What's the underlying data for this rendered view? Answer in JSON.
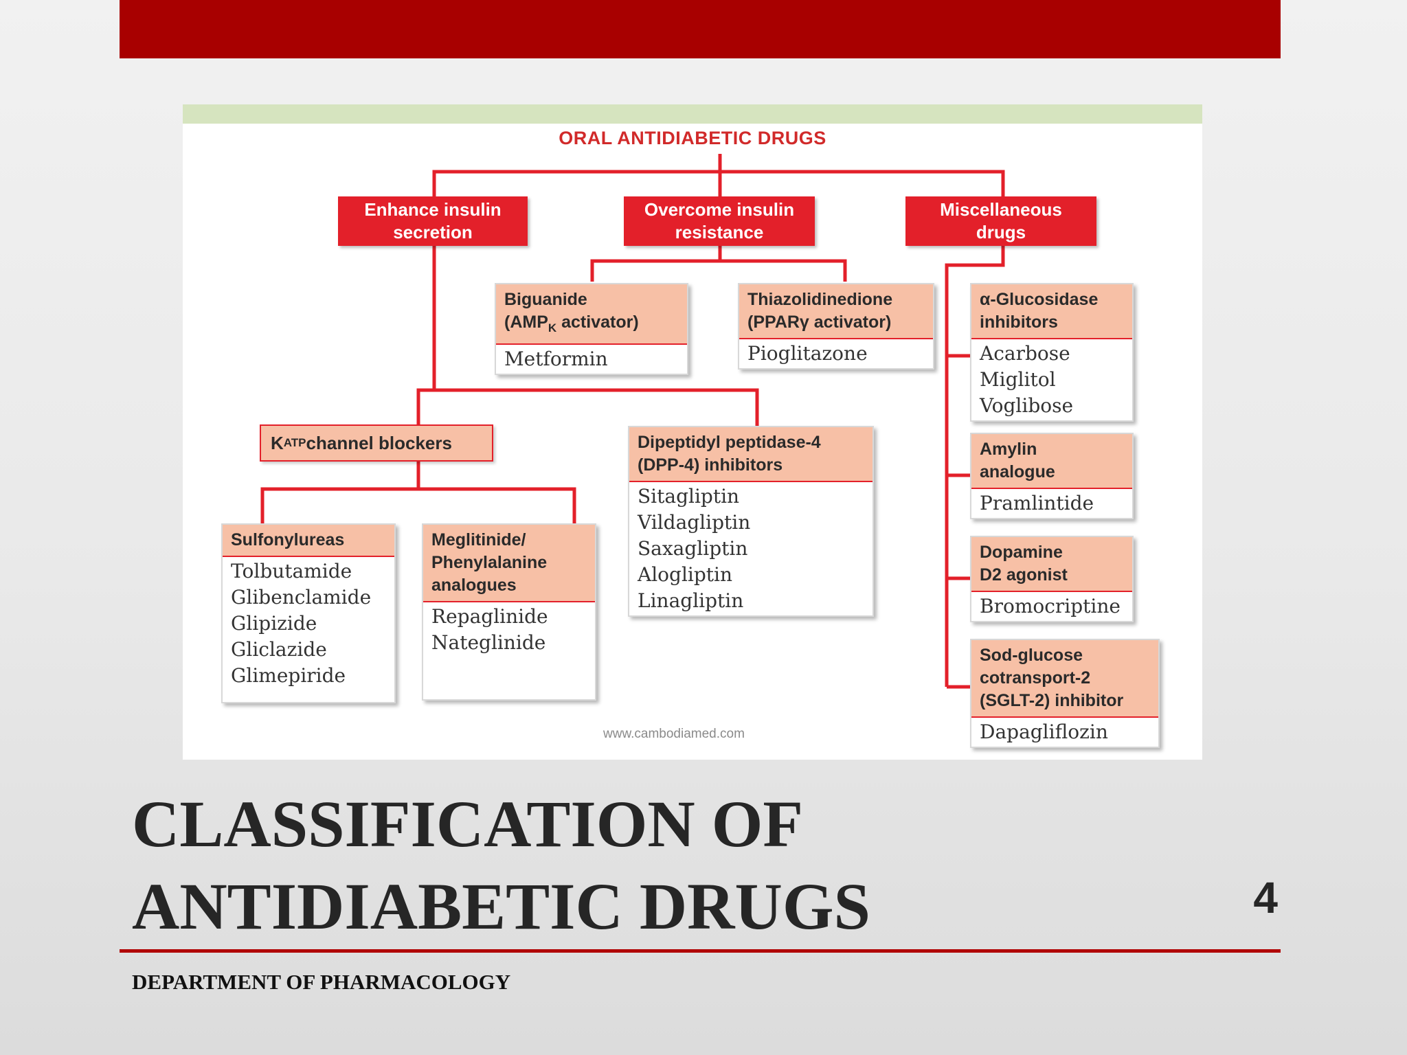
{
  "slide": {
    "title_line1": "CLASSIFICATION OF",
    "title_line2": "ANTIDIABETIC DRUGS",
    "number": "4",
    "footer": "DEPARTMENT OF PHARMACOLOGY",
    "accent_color": "#a80000"
  },
  "diagram": {
    "title": "ORAL ANTIDIABETIC DRUGS",
    "watermark": "www.cambodiamed.com",
    "categories": {
      "enhance_insulin": {
        "line1": "Enhance insulin",
        "line2": "secretion"
      },
      "overcome_resistance": {
        "line1": "Overcome insulin",
        "line2": "resistance"
      },
      "misc": {
        "line1": "Miscellaneous",
        "line2": "drugs"
      }
    },
    "katp": {
      "prefix": "K",
      "sub": "ATP",
      "suffix": " channel blockers"
    },
    "biguanide": {
      "line1": "Biguanide",
      "line2_pre": "(AMP",
      "line2_sub": "K",
      "line2_post": " activator)",
      "drugs": [
        "Metformin"
      ]
    },
    "thiazolidinedione": {
      "line1": "Thiazolidinedione",
      "line2": "(PPARγ activator)",
      "drugs": [
        "Pioglitazone"
      ]
    },
    "sulfonylureas": {
      "header": "Sulfonylureas",
      "drugs": [
        "Tolbutamide",
        "Glibenclamide",
        "Glipizide",
        "Gliclazide",
        "Glimepiride"
      ]
    },
    "meglitinide": {
      "line1": "Meglitinide/",
      "line2": "Phenylalanine",
      "line3": "analogues",
      "drugs": [
        "Repaglinide",
        "Nateglinide"
      ]
    },
    "dpp4": {
      "line1": "Dipeptidyl peptidase-4",
      "line2": "(DPP-4) inhibitors",
      "drugs": [
        "Sitagliptin",
        "Vildagliptin",
        "Saxagliptin",
        "Alogliptin",
        "Linagliptin"
      ]
    },
    "alpha_glucosidase": {
      "line1": "α-Glucosidase",
      "line2": "inhibitors",
      "drugs": [
        "Acarbose",
        "Miglitol",
        "Voglibose"
      ]
    },
    "amylin": {
      "line1": "Amylin",
      "line2": "analogue",
      "drugs": [
        "Pramlintide"
      ]
    },
    "dopamine": {
      "line1": "Dopamine",
      "line2": "D2 agonist",
      "drugs": [
        "Bromocriptine"
      ]
    },
    "sglt2": {
      "line1": "Sod-glucose",
      "line2": "cotransport-2",
      "line3": "(SGLT-2) inhibitor",
      "drugs": [
        "Dapagliflozin"
      ]
    }
  }
}
